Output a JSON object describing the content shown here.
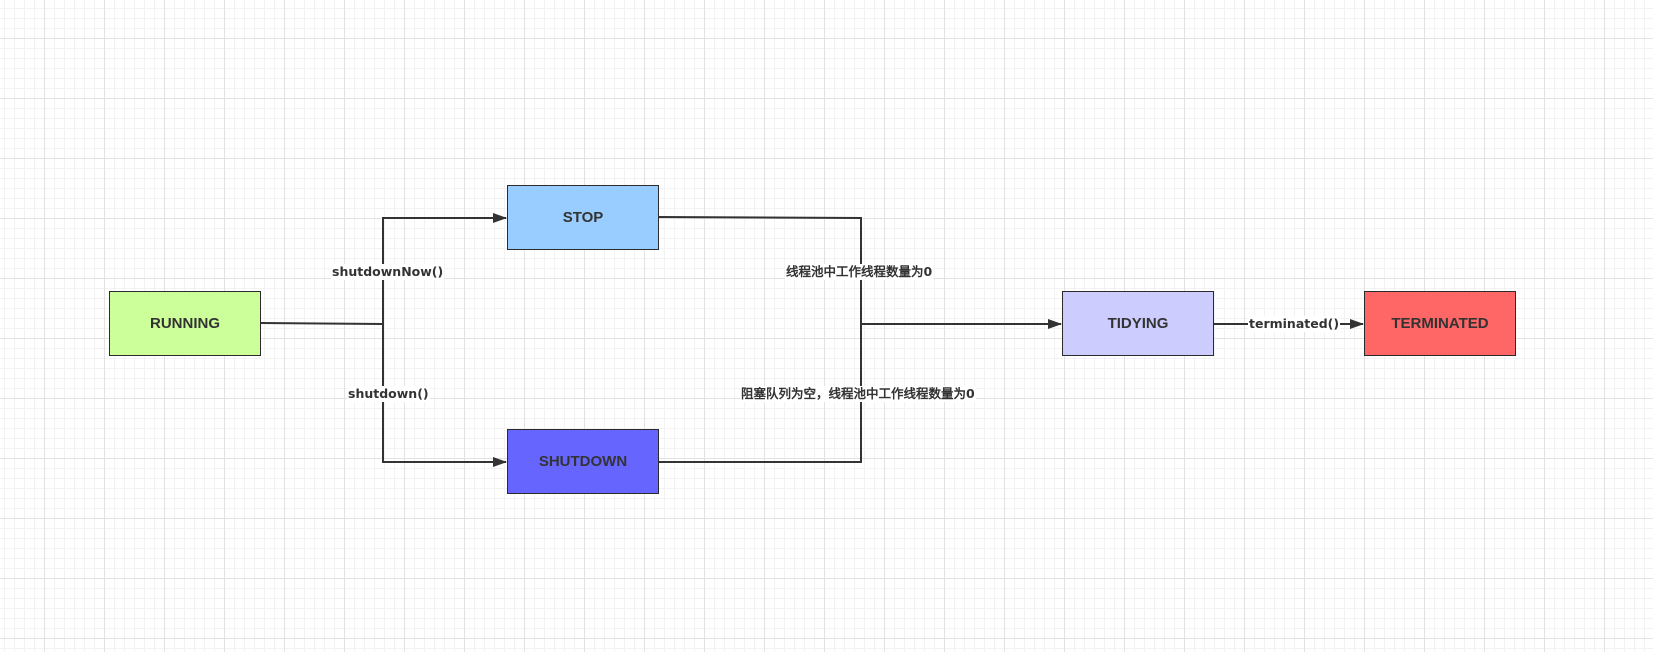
{
  "nodes": {
    "running": {
      "label": "RUNNING",
      "color": "#CCFF99"
    },
    "stop": {
      "label": "STOP",
      "color": "#99CCFF"
    },
    "shutdown": {
      "label": "SHUTDOWN",
      "color": "#6666FF"
    },
    "tidying": {
      "label": "TIDYING",
      "color": "#CCCCFF"
    },
    "terminated": {
      "label": "TERMINATED",
      "color": "#FF6666"
    }
  },
  "edges": {
    "running_to_stop": "shutdownNow()",
    "running_to_shutdown": "shutdown()",
    "stop_to_tidying": "线程池中工作线程数量为0",
    "shutdown_to_tidying": "阻塞队列为空，线程池中工作线程数量为0",
    "tidying_to_terminated": "terminated()"
  },
  "colors": {
    "line": "#333333",
    "grid": "#e2e2e2"
  }
}
